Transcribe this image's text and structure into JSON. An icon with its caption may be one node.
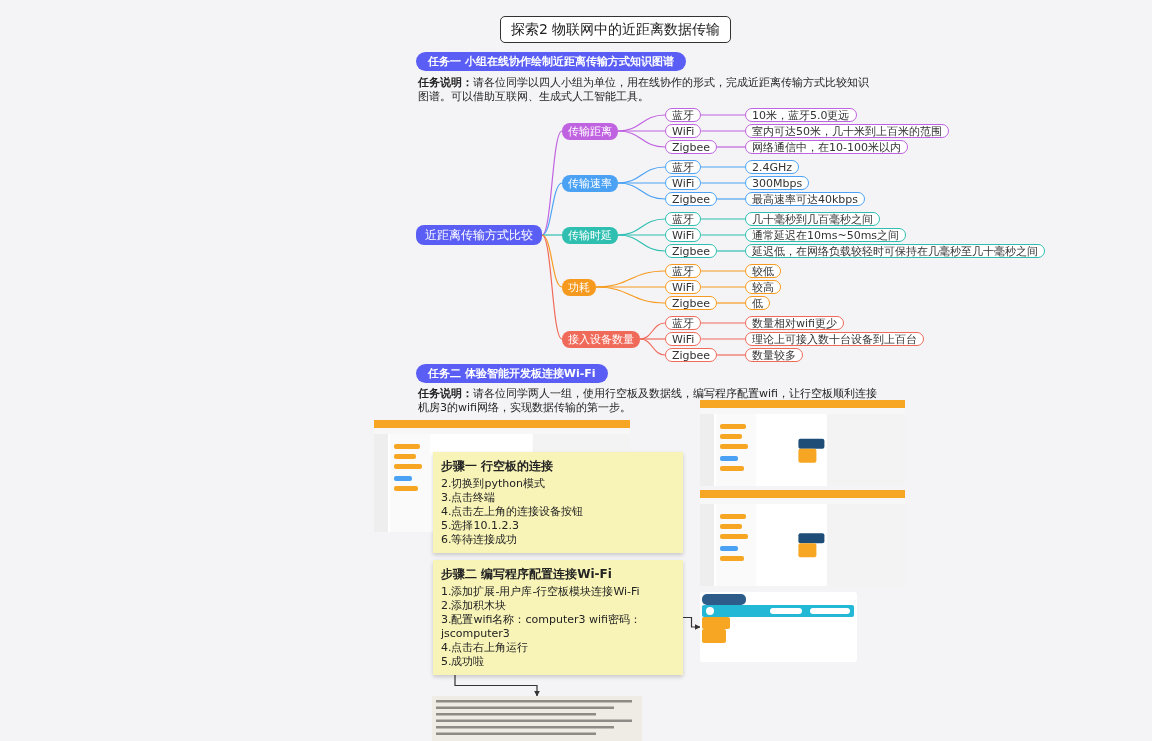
{
  "diagram": {
    "title": "探索2 物联网中的近距离数据传输",
    "nodes": [
      {
        "text": [
          "任务一 小组在线协作绘制近距离传输方式知识图谱"
        ]
      },
      {
        "text": [
          "近距离传输方式比较"
        ]
      },
      {
        "text": [
          "传输距离"
        ]
      },
      {
        "text": [
          "蓝牙"
        ]
      },
      {
        "text": [
          "10米，蓝牙5.0更远"
        ]
      },
      {
        "text": [
          "WiFi"
        ]
      },
      {
        "text": [
          "室内可达50米，几十米到上百米的范围"
        ]
      },
      {
        "text": [
          "Zigbee"
        ]
      },
      {
        "text": [
          "网络通信中，在10-100米以内"
        ]
      },
      {
        "text": [
          "传输速率"
        ]
      },
      {
        "text": [
          "蓝牙"
        ]
      },
      {
        "text": [
          "2.4GHz"
        ]
      },
      {
        "text": [
          "WiFi"
        ]
      },
      {
        "text": [
          "300Mbps"
        ]
      },
      {
        "text": [
          "Zigbee"
        ]
      },
      {
        "text": [
          "最高速率可达40kbps"
        ]
      },
      {
        "text": [
          "传输时延"
        ]
      },
      {
        "text": [
          "蓝牙"
        ]
      },
      {
        "text": [
          "几十毫秒到几百毫秒之间"
        ]
      },
      {
        "text": [
          "WiFi"
        ]
      },
      {
        "text": [
          "通常延迟在10ms~50ms之间"
        ]
      },
      {
        "text": [
          "Zigbee"
        ]
      },
      {
        "text": [
          "延迟低，在网络负载较轻时可保持在几毫秒至几十毫秒之间"
        ]
      },
      {
        "text": [
          "功耗"
        ]
      },
      {
        "text": [
          "蓝牙"
        ]
      },
      {
        "text": [
          "较低"
        ]
      },
      {
        "text": [
          "WiFi"
        ]
      },
      {
        "text": [
          "较高"
        ]
      },
      {
        "text": [
          "Zigbee"
        ]
      },
      {
        "text": [
          "低"
        ]
      },
      {
        "text": [
          "接入设备数量"
        ]
      },
      {
        "text": [
          "蓝牙"
        ]
      },
      {
        "text": [
          "数量相对wifi更少"
        ]
      },
      {
        "text": [
          "WiFi"
        ]
      },
      {
        "text": [
          "理论上可接入数十台设备到上百台"
        ]
      },
      {
        "text": [
          "Zigbee"
        ]
      },
      {
        "text": [
          "数量较多"
        ]
      },
      {
        "text": [
          "任务二 体验智能开发板连接Wi-Fi"
        ]
      },
      {
        "text": [
          "步骤一 行空板的连接",
          "2.切换到python模式",
          "3.点击终端",
          "4.点击左上角的连接设备按钮",
          "5.选择10.1.2.3",
          "6.等待连接成功"
        ]
      },
      {
        "text": [
          "步骤二 编写程序配置连接Wi-Fi",
          "1.添加扩展-用户库-行空板模块连接Wi-Fi",
          "2.添加积木块",
          "3.配置wifi名称：computer3 wifi密码：jscomputer3",
          "4.点击右上角运行",
          "5.成功啦"
        ]
      },
      {
        "text": [],
        "shape": "picture"
      },
      {
        "text": [],
        "shape": "picture"
      }
    ],
    "edges": [
      {
        "from": 1,
        "to": 2,
        "arrow": "none",
        "color": "#c063e0"
      },
      {
        "from": 1,
        "to": 9,
        "arrow": "none",
        "color": "#4ba2f4"
      },
      {
        "from": 1,
        "to": 16,
        "arrow": "none",
        "color": "#2fbfb1"
      },
      {
        "from": 1,
        "to": 23,
        "arrow": "none",
        "color": "#f59a1e"
      },
      {
        "from": 1,
        "to": 30,
        "arrow": "none",
        "color": "#f06a5a"
      },
      {
        "from": 2,
        "to": 3,
        "arrow": "none",
        "color": "#c063e0"
      },
      {
        "from": 3,
        "to": 4,
        "arrow": "none",
        "color": "#c063e0"
      },
      {
        "from": 2,
        "to": 5,
        "arrow": "none",
        "color": "#c063e0"
      },
      {
        "from": 5,
        "to": 6,
        "arrow": "none",
        "color": "#c063e0"
      },
      {
        "from": 2,
        "to": 7,
        "arrow": "none",
        "color": "#c063e0"
      },
      {
        "from": 7,
        "to": 8,
        "arrow": "none",
        "color": "#c063e0"
      },
      {
        "from": 9,
        "to": 10,
        "arrow": "none",
        "color": "#4ba2f4"
      },
      {
        "from": 10,
        "to": 11,
        "arrow": "none",
        "color": "#4ba2f4"
      },
      {
        "from": 9,
        "to": 12,
        "arrow": "none",
        "color": "#4ba2f4"
      },
      {
        "from": 12,
        "to": 13,
        "arrow": "none",
        "color": "#4ba2f4"
      },
      {
        "from": 9,
        "to": 14,
        "arrow": "none",
        "color": "#4ba2f4"
      },
      {
        "from": 14,
        "to": 15,
        "arrow": "none",
        "color": "#4ba2f4"
      },
      {
        "from": 16,
        "to": 17,
        "arrow": "none",
        "color": "#2fbfb1"
      },
      {
        "from": 17,
        "to": 18,
        "arrow": "none",
        "color": "#2fbfb1"
      },
      {
        "from": 16,
        "to": 19,
        "arrow": "none",
        "color": "#2fbfb1"
      },
      {
        "from": 19,
        "to": 20,
        "arrow": "none",
        "color": "#2fbfb1"
      },
      {
        "from": 16,
        "to": 21,
        "arrow": "none",
        "color": "#2fbfb1"
      },
      {
        "from": 21,
        "to": 22,
        "arrow": "none",
        "color": "#2fbfb1"
      },
      {
        "from": 23,
        "to": 24,
        "arrow": "none",
        "color": "#f59a1e"
      },
      {
        "from": 24,
        "to": 25,
        "arrow": "none",
        "color": "#f59a1e"
      },
      {
        "from": 23,
        "to": 26,
        "arrow": "none",
        "color": "#f59a1e"
      },
      {
        "from": 26,
        "to": 27,
        "arrow": "none",
        "color": "#f59a1e"
      },
      {
        "from": 23,
        "to": 28,
        "arrow": "none",
        "color": "#f59a1e"
      },
      {
        "from": 28,
        "to": 29,
        "arrow": "none",
        "color": "#f59a1e"
      },
      {
        "from": 30,
        "to": 31,
        "arrow": "none",
        "color": "#f06a5a"
      },
      {
        "from": 31,
        "to": 32,
        "arrow": "none",
        "color": "#f06a5a"
      },
      {
        "from": 30,
        "to": 33,
        "arrow": "none",
        "color": "#f06a5a"
      },
      {
        "from": 33,
        "to": 34,
        "arrow": "none",
        "color": "#f06a5a"
      },
      {
        "from": 30,
        "to": 35,
        "arrow": "none",
        "color": "#f06a5a"
      },
      {
        "from": 35,
        "to": 36,
        "arrow": "none",
        "color": "#f06a5a"
      },
      {
        "from": 39,
        "to": 40,
        "arrow": "to",
        "color": "#333333"
      },
      {
        "from": 39,
        "to": 41,
        "arrow": "to",
        "color": "#333333"
      }
    ],
    "labels": [
      "**任务说明：**请各位同学以四人小组为单位，用在线协作的形式，完成近距离传输方式比较知识图谱。可以借助互联网、生成式人工智能工具。",
      "**任务说明：**请各位同学两人一组，使用行空板及数据线，编写程序配置wifi，让行空板顺利连接机房3的wifi网络，实现数据传输的第一步。"
    ]
  }
}
